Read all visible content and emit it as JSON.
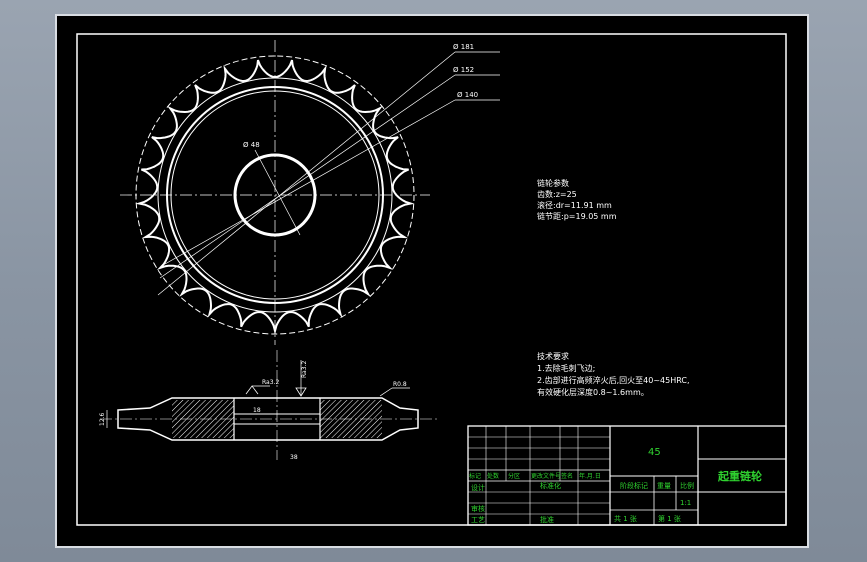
{
  "drawing": {
    "dimensions": {
      "d_outer": "Ø 181",
      "d_mid": "Ø 152",
      "d_root": "Ø 140",
      "d_bore": "Ø 48",
      "ra_top": "Ra3.2",
      "ra_surface": "Ra3.2",
      "ra_right": "R0.8",
      "thickness": "12.6",
      "bore_width": "18",
      "hub_len": "38"
    },
    "params": {
      "title": "链轮参数",
      "teeth": "齿数:z=25",
      "roller_dia": "滚径:dr=11.91 mm",
      "pitch": "链节距:p=19.05 mm"
    },
    "tech": {
      "title": "技术要求",
      "line1": "1.去除毛刺飞边;",
      "line2": "2.齿部进行高频淬火后,回火至40~45HRC,",
      "line3": "有效硬化层深度0.8~1.6mm。"
    },
    "title_block": {
      "material": "45",
      "part_name": "起重链轮",
      "scale": "1:1",
      "col_labels": [
        "标记",
        "处数",
        "分区",
        "更改文件号",
        "签名",
        "年.月.日"
      ],
      "designer": "设计",
      "standard": "标准化",
      "review": "审核",
      "process": "工艺",
      "approve": "批准",
      "stage": "阶段标记",
      "weight": "重量",
      "ratio": "比例",
      "sheets": "共 1 张",
      "sheet_no": "第 1 张"
    }
  }
}
